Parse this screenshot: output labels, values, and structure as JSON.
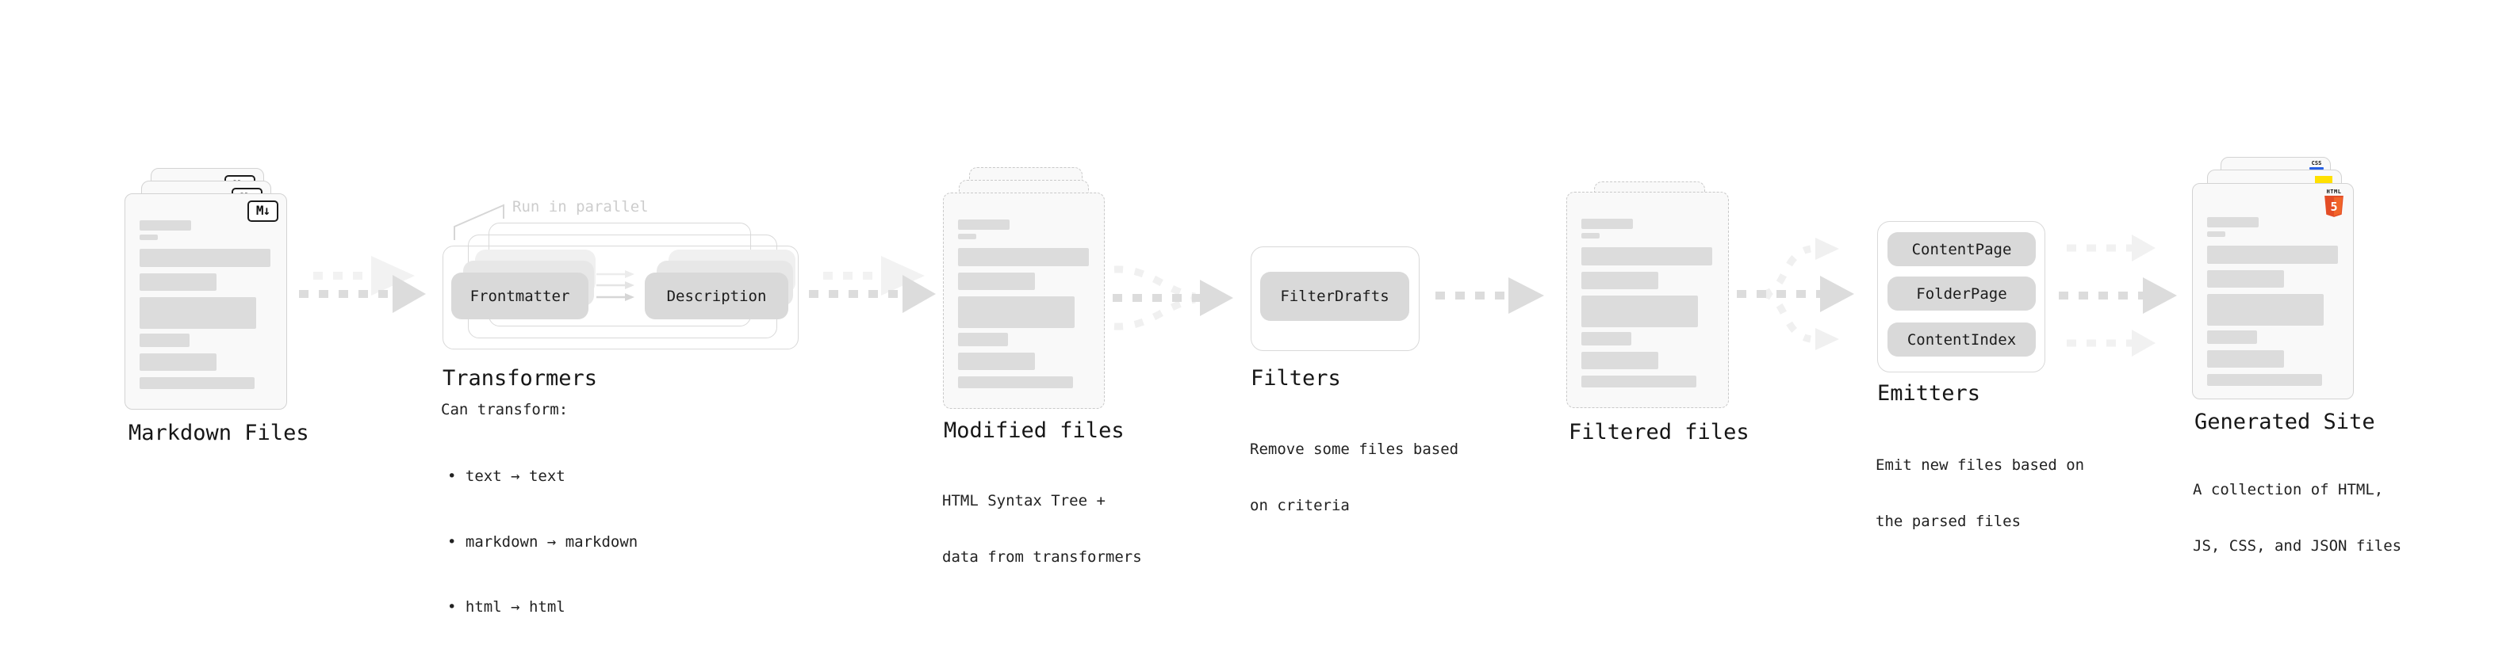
{
  "markdown_files": {
    "title": "Markdown Files",
    "badge": "M↓"
  },
  "transformers": {
    "title": "Transformers",
    "note": "Run in parallel",
    "pills": [
      "Frontmatter",
      "Description"
    ],
    "desc": "Can transform:",
    "bullets": [
      "• text → text",
      "• markdown → markdown",
      "• html → html"
    ]
  },
  "modified_files": {
    "title": "Modified files",
    "desc_line1": "HTML Syntax Tree +",
    "desc_line2": "data from transformers"
  },
  "filters": {
    "title": "Filters",
    "pills": [
      "FilterDrafts"
    ],
    "desc_line1": "Remove some files based",
    "desc_line2": "on criteria"
  },
  "filtered_files": {
    "title": "Filtered files"
  },
  "emitters": {
    "title": "Emitters",
    "pills": [
      "ContentPage",
      "FolderPage",
      "ContentIndex"
    ],
    "desc_line1": "Emit new files based on",
    "desc_line2": "the parsed files"
  },
  "generated_site": {
    "title": "Generated Site",
    "desc_line1": "A collection of HTML,",
    "desc_line2": "JS, CSS, and JSON files",
    "badges": {
      "css": "CSS",
      "html_label": "HTML",
      "html_number": "5"
    }
  },
  "colors": {
    "html5_orange": "#e44d26",
    "html5_orange_light": "#f16529",
    "js_yellow": "#ffe000",
    "css_blue": "#2760e6",
    "pill_gray": "#d9d9d9"
  }
}
